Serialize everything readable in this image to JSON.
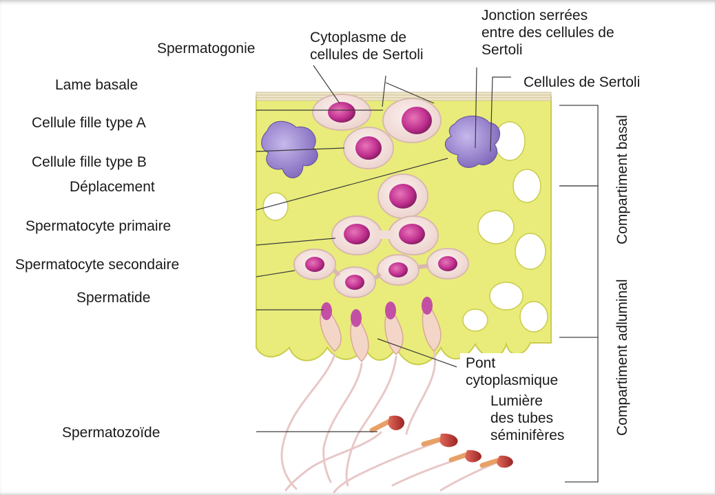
{
  "labels": {
    "spermatogonie": "Spermatogonie",
    "cytoplasme_sertoli": "Cytoplasme de\ncellules de Sertoli",
    "jonction_serrees": "Jonction serrées\nentre des cellules de\nSertoli",
    "lame_basale": "Lame basale",
    "cellules_sertoli": "Cellules de Sertoli",
    "cellule_fille_a": "Cellule fille type A",
    "cellule_fille_b": "Cellule fille type B",
    "deplacement": "Déplacement",
    "spermatocyte_primaire": "Spermatocyte primaire",
    "spermatocyte_secondaire": "Spermatocyte secondaire",
    "spermatide": "Spermatide",
    "pont_cytoplasmique": "Pont\ncytoplasmique",
    "lumiere": "Lumière\ndes tubes\nséminifères",
    "spermatozoide": "Spermatozoïde",
    "compartiment_basal": "Compartiment basal",
    "compartiment_adluminal": "Compartiment adluminal"
  },
  "colors": {
    "tissue": "#e9ec7a",
    "tissue_edge": "#c9cc4a",
    "membrane": "#ece3c6",
    "cell_fill": "#f6e5e1",
    "cell_edge": "#d8b8b0",
    "nucleus": "#c0308f",
    "sertoli_nucleus": "#8e7acb",
    "sperm_head": "#b83a3a",
    "sperm_tail": "#e8c7c7",
    "line": "#333333"
  }
}
